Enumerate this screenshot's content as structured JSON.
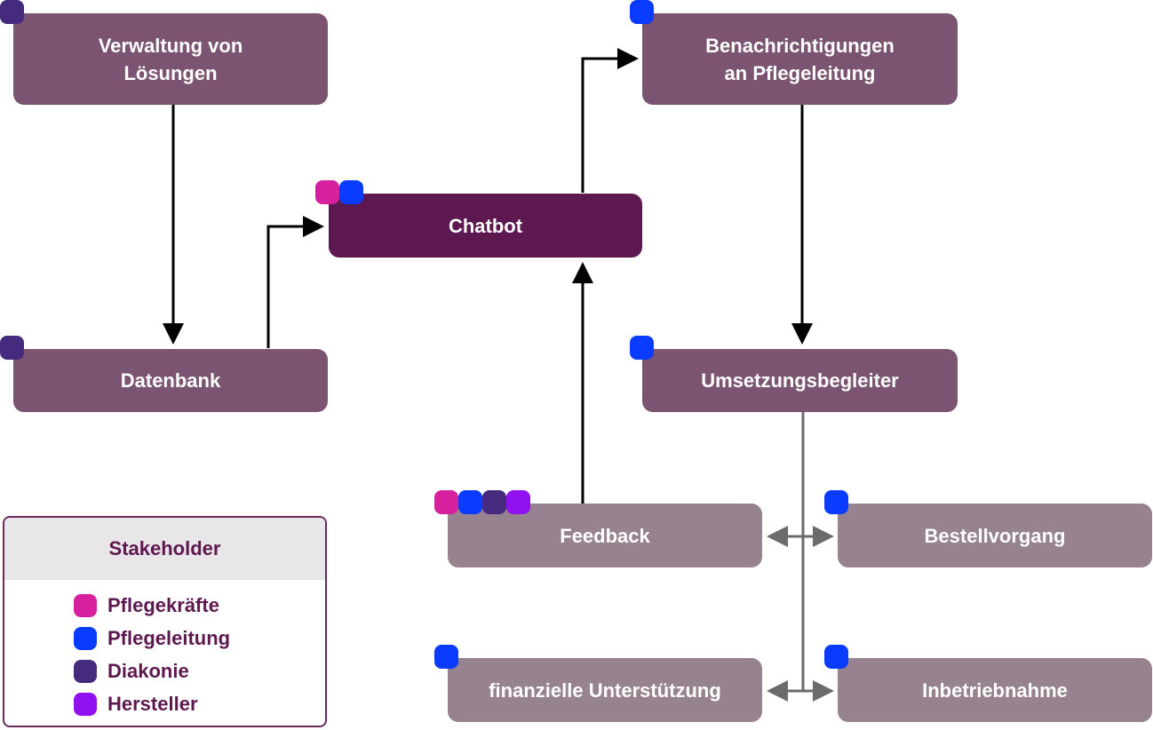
{
  "nodes": {
    "verwaltung": "Verwaltung von\nLösungen",
    "datenbank": "Datenbank",
    "chatbot": "Chatbot",
    "benachrichtigungen": "Benachrichtigungen\nan Pflegeleitung",
    "umsetzungsbegleiter": "Umsetzungsbegleiter",
    "feedback": "Feedback",
    "bestellvorgang": "Bestellvorgang",
    "finanzielle": "finanzielle Unterstützung",
    "inbetriebnahme": "Inbetriebnahme"
  },
  "legend": {
    "title": "Stakeholder",
    "items": [
      {
        "label": "Pflegekräfte",
        "color": "#d6209d"
      },
      {
        "label": "Pflegeleitung",
        "color": "#0a3cff"
      },
      {
        "label": "Diakonie",
        "color": "#452a7e"
      },
      {
        "label": "Hersteller",
        "color": "#9010f0"
      }
    ]
  },
  "colors": {
    "node_mid": "#7a5470",
    "node_dark": "#5e1850",
    "node_light": "#97838f",
    "arrow_black": "#000000",
    "arrow_gray": "#6b6b6b"
  }
}
